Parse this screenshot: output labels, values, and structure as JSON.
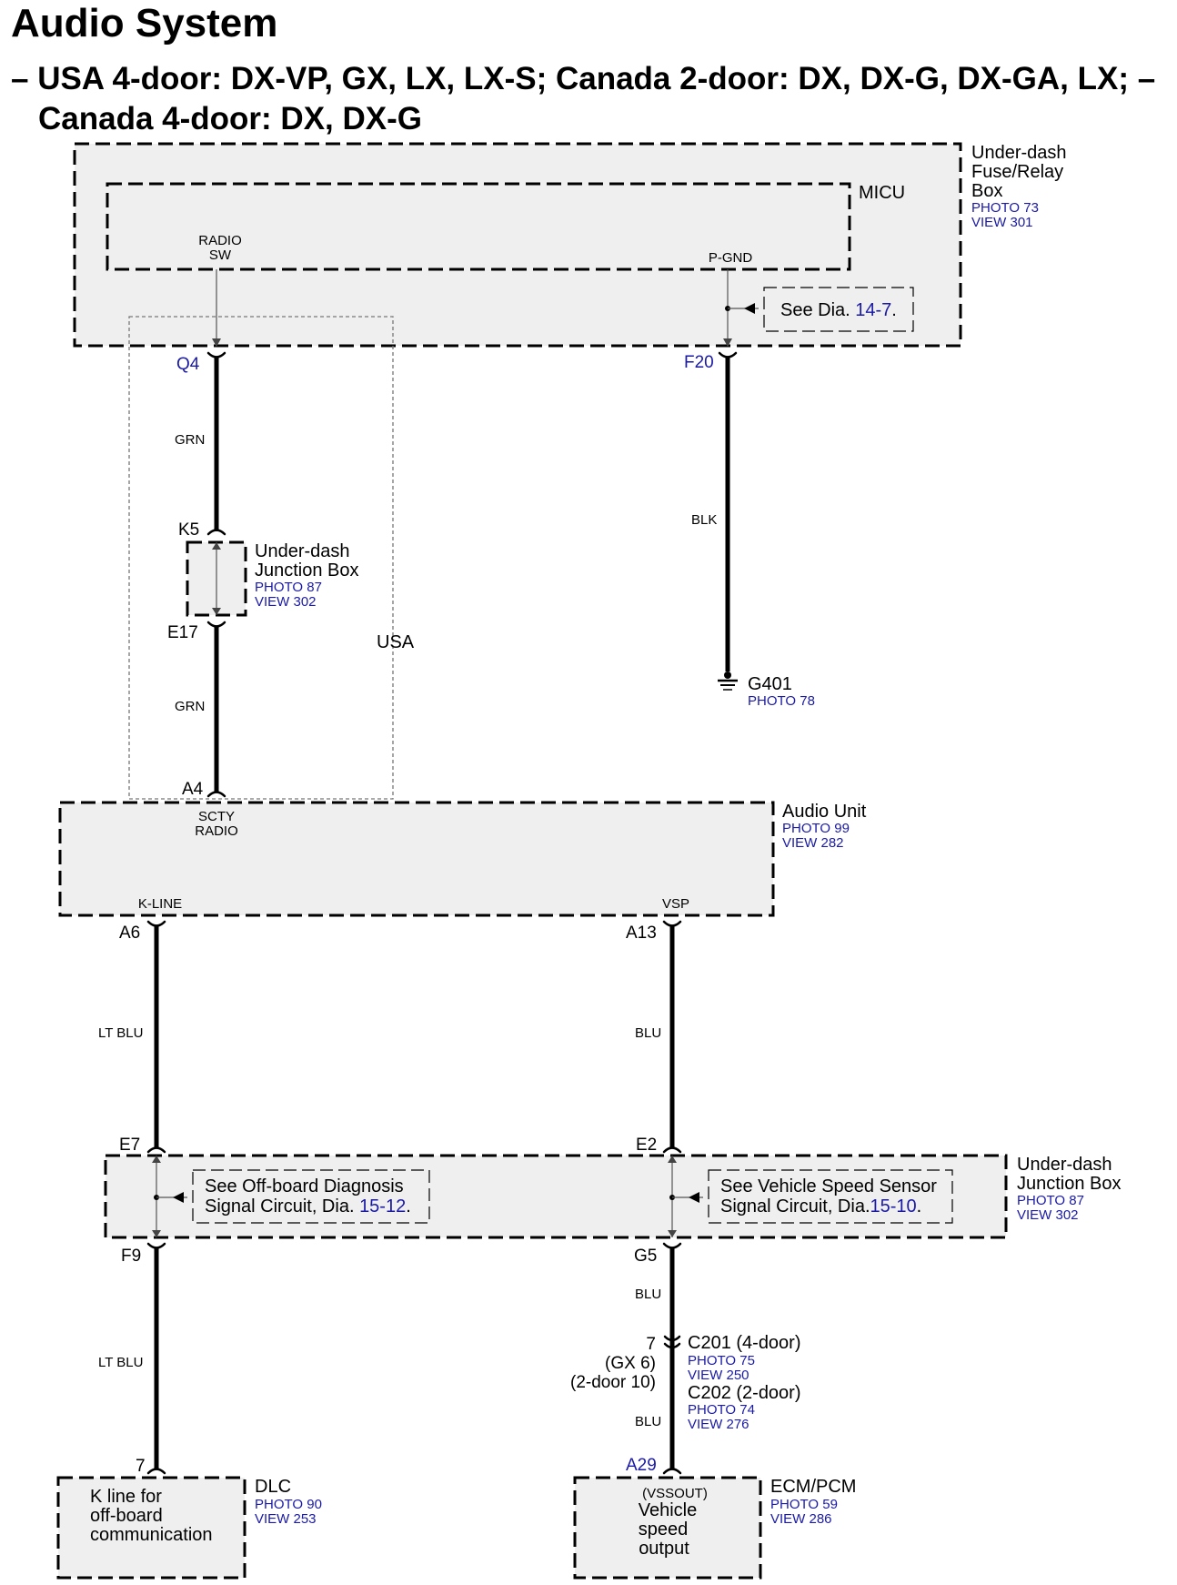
{
  "title": "Audio System",
  "subtitle": {
    "line1": "– USA 4-door: DX-VP, GX, LX, LX-S; Canada 2-door: DX, DX-G, DX-GA, LX; –",
    "line2": "Canada 4-door: DX, DX-G"
  },
  "fuse_box": {
    "name_lines": [
      "Under-dash",
      "Fuse/Relay",
      "Box"
    ],
    "photo": "PHOTO 73",
    "view": "VIEW 301",
    "micu": "MICU",
    "radio_sw_lines": [
      "RADIO",
      "SW"
    ],
    "p_gnd": "P-GND",
    "see_note": {
      "prefix": "See Dia. ",
      "ref": "14-7",
      "suffix": "."
    }
  },
  "connectors": {
    "q4": "Q4",
    "f20": "F20",
    "k5": "K5",
    "e17": "E17",
    "a4": "A4",
    "a6": "A6",
    "a13": "A13",
    "e7": "E7",
    "e2": "E2",
    "f9": "F9",
    "g5": "G5",
    "dlc_pin": "7",
    "a29": "A29"
  },
  "wires": {
    "grn_upper": "GRN",
    "grn_lower": "GRN",
    "blk": "BLK",
    "lt_blu_upper": "LT BLU",
    "lt_blu_lower": "LT BLU",
    "blu_upper": "BLU",
    "blu_mid": "BLU",
    "blu_lower": "BLU"
  },
  "junction_box_top": {
    "name_lines": [
      "Under-dash",
      "Junction Box"
    ],
    "photo": "PHOTO 87",
    "view": "VIEW 302"
  },
  "usa_label": "USA",
  "ground": {
    "name": "G401",
    "photo": "PHOTO 78"
  },
  "audio_unit": {
    "name": "Audio Unit",
    "photo": "PHOTO 99",
    "view": "VIEW 282",
    "scty_radio_lines": [
      "SCTY",
      "RADIO"
    ],
    "k_line": "K-LINE",
    "vsp": "VSP"
  },
  "junction_box_mid": {
    "name_lines": [
      "Under-dash",
      "Junction Box"
    ],
    "photo": "PHOTO 87",
    "view": "VIEW 302",
    "note_left": {
      "line1": "See Off-board Diagnosis",
      "line2_prefix": "Signal Circuit, Dia. ",
      "ref": "15-12",
      "suffix": "."
    },
    "note_right": {
      "line1": "See Vehicle Speed Sensor",
      "line2_prefix": "Signal Circuit, Dia.",
      "ref": "15-10",
      "suffix": "."
    }
  },
  "c201": {
    "pin": "7",
    "pin_gx": "(GX 6)",
    "pin_2door": "(2-door 10)",
    "c201_name": "C201 (4-door)",
    "c201_photo": "PHOTO 75",
    "c201_view": "VIEW 250",
    "c202_name": "C202 (2-door)",
    "c202_photo": "PHOTO 74",
    "c202_view": "VIEW 276"
  },
  "dlc": {
    "name": "DLC",
    "photo": "PHOTO 90",
    "view": "VIEW 253",
    "desc_lines": [
      "K line for",
      "off-board",
      "communication"
    ]
  },
  "ecm": {
    "name": "ECM/PCM",
    "photo": "PHOTO 59",
    "view": "VIEW 286",
    "desc_lines": [
      "(VSSOUT)",
      "Vehicle",
      "speed",
      "output"
    ]
  }
}
